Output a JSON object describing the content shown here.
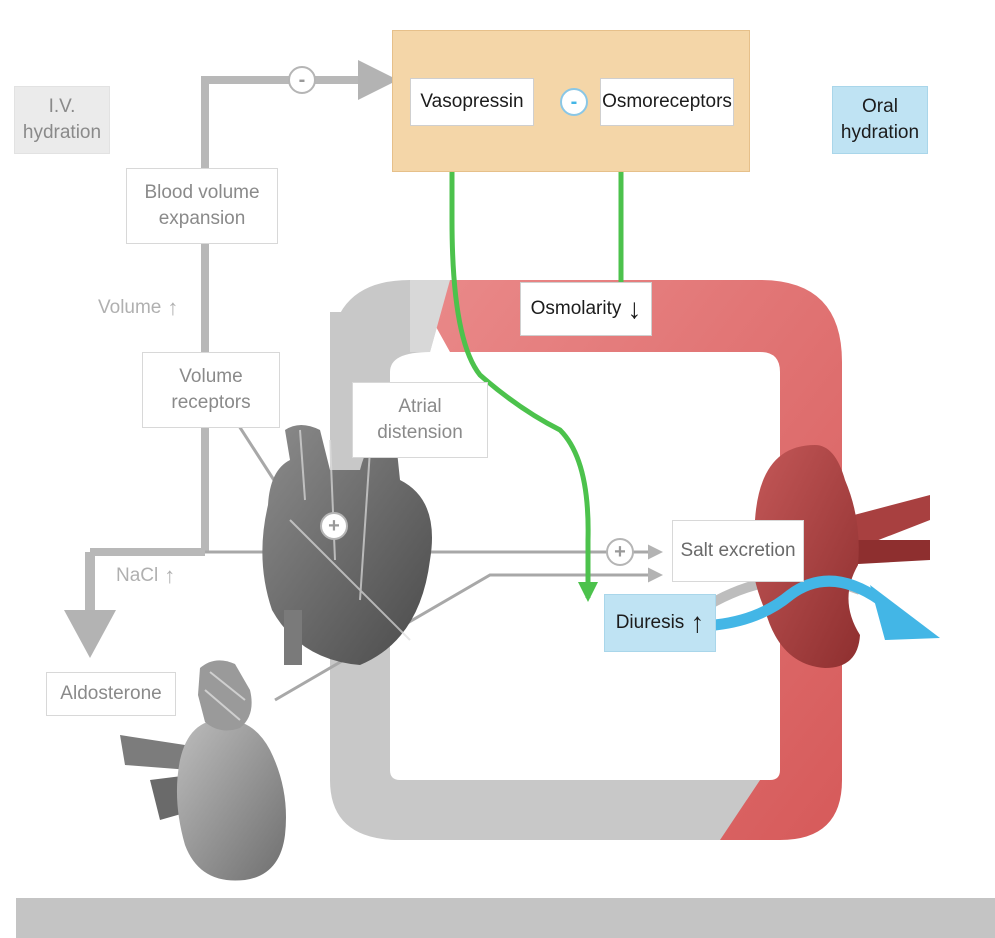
{
  "labels": {
    "iv_hydration": "I.V.\nhydration",
    "oral_hydration": "Oral\nhydration",
    "vasopressin": "Vasopressin",
    "osmoreceptors": "Osmoreceptors",
    "blood_volume_expansion": "Blood volume\nexpansion",
    "volume": "Volume",
    "volume_receptors": "Volume\nreceptors",
    "atrial_distension": "Atrial\ndistension",
    "osmolarity": "Osmolarity",
    "salt_excretion": "Salt excretion",
    "diuresis": "Diuresis",
    "nacl": "NaCl",
    "aldosterone": "Aldosterone"
  },
  "signs": {
    "minus": "-",
    "plus": "+"
  },
  "arrows": {
    "up": "↑",
    "down": "↓"
  },
  "colors": {
    "panel": "#f4d6a8",
    "vessel_red": "#e37474",
    "vessel_grey": "#c8c8c8",
    "green_path": "#4cc24c",
    "pink_inhibit": "#e0457e",
    "blue_flow": "#43b6e6",
    "label_blue": "#bfe3f3"
  },
  "icons": [
    "heart-illustration",
    "kidney-illustration",
    "adrenal-kidney-illustration"
  ]
}
